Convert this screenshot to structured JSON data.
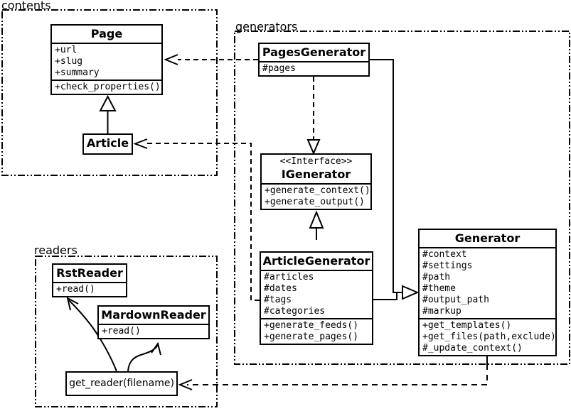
{
  "packages": {
    "contents": {
      "label": "contents"
    },
    "generators": {
      "label": "generators"
    },
    "readers": {
      "label": "readers"
    }
  },
  "classes": {
    "page": {
      "name": "Page",
      "attrs": [
        "+url",
        "+slug",
        "+summary"
      ],
      "methods": [
        "+check_properties()"
      ]
    },
    "article": {
      "name": "Article"
    },
    "pages_generator": {
      "name": "PagesGenerator",
      "attrs": [
        "#pages"
      ]
    },
    "igenerator": {
      "stereotype": "<<Interface>>",
      "name": "IGenerator",
      "methods": [
        "+generate_context()",
        "+generate_output()"
      ]
    },
    "article_generator": {
      "name": "ArticleGenerator",
      "attrs": [
        "#articles",
        "#dates",
        "#tags",
        "#categories"
      ],
      "methods": [
        "+generate_feeds()",
        "+generate_pages()"
      ]
    },
    "generator": {
      "name": "Generator",
      "attrs": [
        "#context",
        "#settings",
        "#path",
        "#theme",
        "#output_path",
        "#markup"
      ],
      "methods": [
        "+get_templates()",
        "+get_files(path,exclude)",
        "#_update_context()"
      ]
    },
    "rst_reader": {
      "name": "RstReader",
      "methods": [
        "+read()"
      ]
    },
    "markdown_reader": {
      "name": "MardownReader",
      "methods": [
        "+read()"
      ]
    },
    "get_reader": {
      "name": "get_reader(filename)"
    }
  },
  "relations": [
    {
      "from": "Article",
      "to": "Page",
      "type": "inheritance-solid-hollow-triangle"
    },
    {
      "from": "ArticleGenerator",
      "to": "IGenerator",
      "type": "inheritance-solid-hollow-triangle"
    },
    {
      "from": "PagesGenerator",
      "to": "IGenerator",
      "type": "realization-dashed-hollow-triangle"
    },
    {
      "from": "PagesGenerator",
      "to": "Generator",
      "type": "inheritance-solid-hollow-triangle"
    },
    {
      "from": "ArticleGenerator",
      "to": "Generator",
      "type": "inheritance-solid-hollow-triangle"
    },
    {
      "from": "PagesGenerator",
      "to": "Page",
      "type": "dependency-dashed-open-arrow"
    },
    {
      "from": "ArticleGenerator",
      "to": "Article",
      "type": "dependency-dashed-open-arrow"
    },
    {
      "from": "Generator",
      "to": "get_reader(filename)",
      "type": "dependency-dashed-open-arrow"
    },
    {
      "from": "get_reader(filename)",
      "to": "RstReader",
      "type": "curved-open-arrow"
    },
    {
      "from": "get_reader(filename)",
      "to": "MardownReader",
      "type": "curved-open-arrow"
    }
  ],
  "colors": {
    "stroke": "#000000",
    "background": "#ffffff"
  }
}
